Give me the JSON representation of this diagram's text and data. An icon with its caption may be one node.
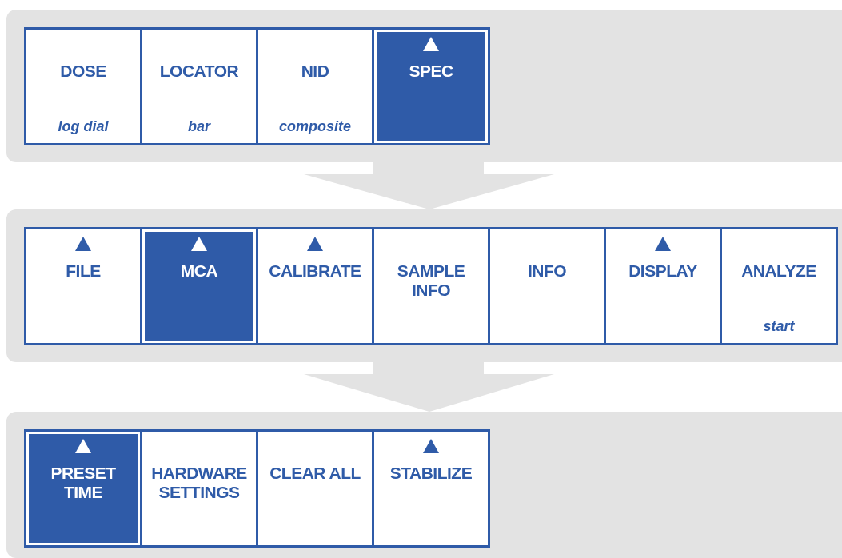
{
  "diagram": {
    "nodes": [
      {
        "text": [],
        "shape": "box"
      },
      {
        "text": [
          "DOSE",
          "log dial"
        ],
        "in": 0
      },
      {
        "text": [
          "LOCATOR",
          "bar"
        ],
        "in": 0
      },
      {
        "text": [
          "NID",
          "composite"
        ],
        "in": 0
      },
      {
        "text": [
          "SPEC"
        ],
        "in": 0
      },
      {
        "text": [],
        "shape": "box"
      },
      {
        "text": [
          "FILE"
        ],
        "in": 5
      },
      {
        "text": [
          "MCA"
        ],
        "in": 5
      },
      {
        "text": [
          "CALIBRATE"
        ],
        "in": 5
      },
      {
        "text": [
          "SAMPLE INFO"
        ],
        "in": 5
      },
      {
        "text": [
          "INFO"
        ],
        "in": 5
      },
      {
        "text": [
          "DISPLAY"
        ],
        "in": 5
      },
      {
        "text": [
          "ANALYZE",
          "start"
        ],
        "in": 5
      },
      {
        "text": [],
        "shape": "box"
      },
      {
        "text": [
          "PRESET TIME"
        ],
        "in": 13
      },
      {
        "text": [
          "HARDWARE SETTINGS"
        ],
        "in": 13
      },
      {
        "text": [
          "CLEAR ALL"
        ],
        "in": 13
      },
      {
        "text": [
          "STABILIZE"
        ],
        "in": 13
      }
    ],
    "edges": [
      {
        "from": 0,
        "to": 5,
        "arrow": "to"
      },
      {
        "from": 5,
        "to": 13,
        "arrow": "to"
      }
    ]
  }
}
